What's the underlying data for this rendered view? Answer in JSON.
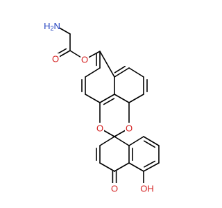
{
  "molecule": {
    "atoms": [
      {
        "id": "N1",
        "symbol": "N",
        "label": "H2N",
        "color": "#1f3fbf"
      },
      {
        "id": "O1",
        "symbol": "O",
        "label": "O",
        "color": "#d41f1f"
      },
      {
        "id": "O2",
        "symbol": "O",
        "label": "O",
        "color": "#d41f1f"
      },
      {
        "id": "O3",
        "symbol": "O",
        "label": "O",
        "color": "#d41f1f"
      },
      {
        "id": "O4",
        "symbol": "O",
        "label": "O",
        "color": "#d41f1f"
      },
      {
        "id": "O5",
        "symbol": "O",
        "label": "O",
        "color": "#d41f1f"
      },
      {
        "id": "O6",
        "symbol": "O",
        "label": "OH",
        "color": "#d41f1f"
      }
    ],
    "bond_color": "#000000"
  }
}
